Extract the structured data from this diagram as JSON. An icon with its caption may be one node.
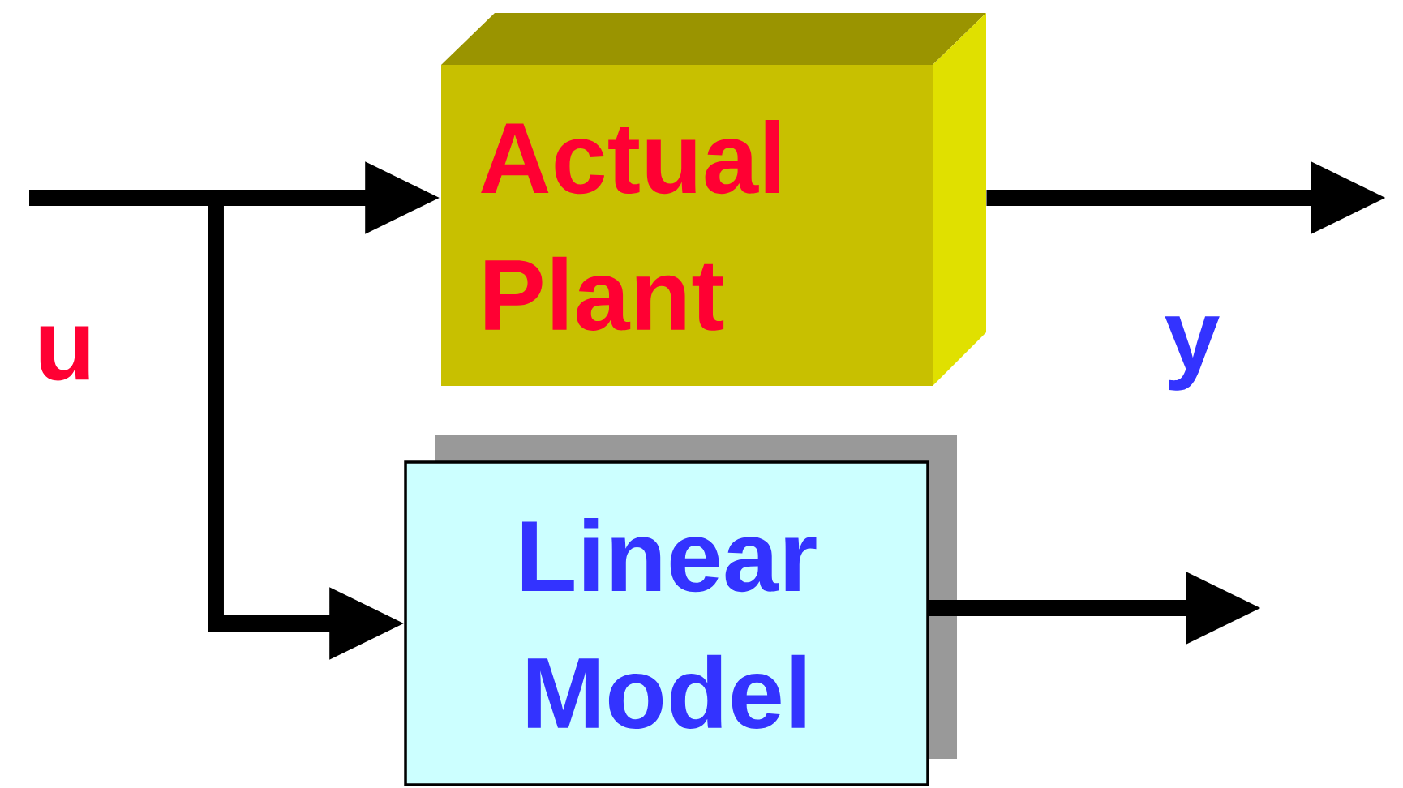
{
  "diagram": {
    "nodes": [
      {
        "text": [
          "Actual Plant"
        ]
      },
      {
        "text": [
          "Linear Model"
        ]
      }
    ],
    "edges": [
      {
        "from": null,
        "to": 0,
        "arrow": "to"
      },
      {
        "from": null,
        "to": 1,
        "arrow": "to"
      },
      {
        "from": 0,
        "to": null,
        "arrow": "to"
      },
      {
        "from": 1,
        "to": null,
        "arrow": "to"
      }
    ],
    "labels": [
      "u",
      "y"
    ]
  }
}
